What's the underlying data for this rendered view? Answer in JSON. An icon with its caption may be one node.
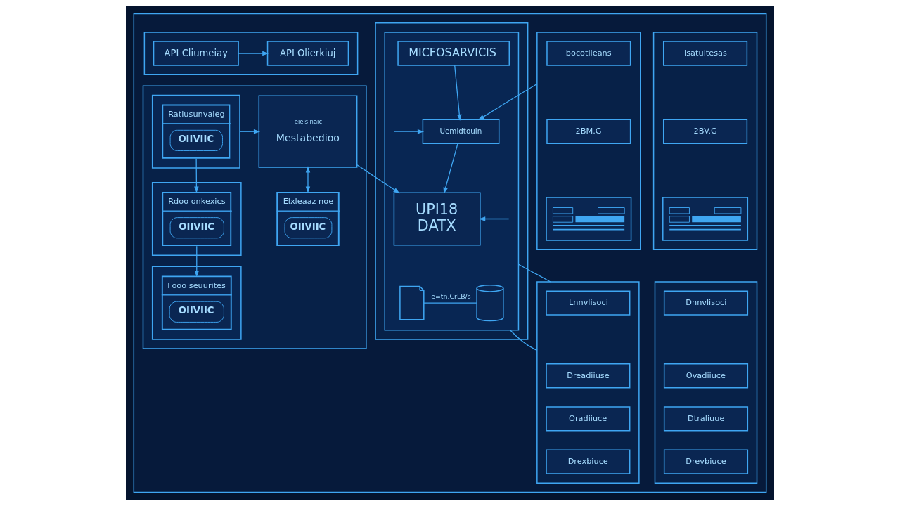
{
  "diagram": {
    "nodes": [
      {
        "text": [],
        "shape": "box"
      },
      {
        "text": [],
        "shape": "box",
        "in": 0
      },
      {
        "text": [
          "API Cliumeiay"
        ],
        "in": 1
      },
      {
        "text": [
          "API Olierkiuj"
        ],
        "in": 1
      },
      {
        "text": [],
        "shape": "box",
        "in": 0
      },
      {
        "text": [],
        "shape": "box",
        "in": 4
      },
      {
        "text": [
          "Ratiusunvaleg",
          "OIIVIIC"
        ],
        "in": 5
      },
      {
        "text": [
          "eieisinaic",
          "Mestabedioo"
        ],
        "in": 4
      },
      {
        "text": [],
        "shape": "box",
        "in": 4
      },
      {
        "text": [
          "Rdoo onkexics",
          "OIIVIIC"
        ],
        "in": 8
      },
      {
        "text": [],
        "shape": "box",
        "in": 4
      },
      {
        "text": [
          "Fooo seuurites",
          "OIIVIIC"
        ],
        "in": 10
      },
      {
        "text": [
          "Elxleaaz noe",
          "OIIVIIC"
        ],
        "in": 4
      },
      {
        "text": [],
        "shape": "box",
        "in": 0
      },
      {
        "text": [],
        "shape": "box",
        "in": 13
      },
      {
        "text": [
          "MICFOSARVICIS"
        ],
        "in": 14
      },
      {
        "text": [
          "Uemidtouin"
        ],
        "in": 14
      },
      {
        "text": [
          "UPI18",
          "DATX"
        ],
        "in": 14
      },
      {
        "text": [],
        "shape": "document",
        "in": 14
      },
      {
        "text": [],
        "shape": "cylinder",
        "in": 14
      },
      {
        "text": [],
        "shape": "box",
        "in": 0
      },
      {
        "text": [
          "bocotlleans"
        ],
        "in": 20
      },
      {
        "text": [
          "2BM.G"
        ],
        "in": 20
      },
      {
        "text": [],
        "shape": "picture",
        "in": 20
      },
      {
        "text": [],
        "shape": "box",
        "in": 0
      },
      {
        "text": [
          "Isatultesas"
        ],
        "in": 24
      },
      {
        "text": [
          "2BV.G"
        ],
        "in": 24
      },
      {
        "text": [],
        "shape": "picture",
        "in": 24
      },
      {
        "text": [],
        "shape": "box",
        "in": 0
      },
      {
        "text": [
          "Lnnvlisoci"
        ],
        "in": 28
      },
      {
        "text": [
          "Dreadiiuse"
        ],
        "in": 28
      },
      {
        "text": [
          "Oradiiuce"
        ],
        "in": 28
      },
      {
        "text": [
          "Drexbiuce"
        ],
        "in": 28
      },
      {
        "text": [],
        "shape": "box",
        "in": 0
      },
      {
        "text": [
          "Dnnvlisoci"
        ],
        "in": 33
      },
      {
        "text": [
          "Ovadiiuce"
        ],
        "in": 33
      },
      {
        "text": [
          "Dtraliuue"
        ],
        "in": 33
      },
      {
        "text": [
          "Drevbiuce"
        ],
        "in": 33
      }
    ],
    "edges": [
      {
        "from": 2,
        "to": 3,
        "arrow": "to"
      },
      {
        "from": 6,
        "to": 9,
        "arrow": "to"
      },
      {
        "from": 9,
        "to": 11,
        "arrow": "to"
      },
      {
        "from": 5,
        "to": 7,
        "arrow": "to"
      },
      {
        "from": 7,
        "to": 12,
        "arrow": "both"
      },
      {
        "from": 15,
        "to": 16,
        "arrow": "to"
      },
      {
        "from": 16,
        "to": 17,
        "arrow": "to"
      },
      {
        "from": 7,
        "to": 17,
        "arrow": "to"
      },
      {
        "from": null,
        "to": 16,
        "arrow": "to"
      },
      {
        "from": 20,
        "to": 16,
        "arrow": "to"
      },
      {
        "from": null,
        "to": 17,
        "arrow": "to"
      },
      {
        "from": 14,
        "to": 28,
        "arrow": "none"
      },
      {
        "from": 14,
        "to": 28,
        "arrow": "none"
      },
      {
        "from": 18,
        "to": 19,
        "arrow": "none",
        "label": "e=tn.CrLB/s"
      }
    ]
  }
}
